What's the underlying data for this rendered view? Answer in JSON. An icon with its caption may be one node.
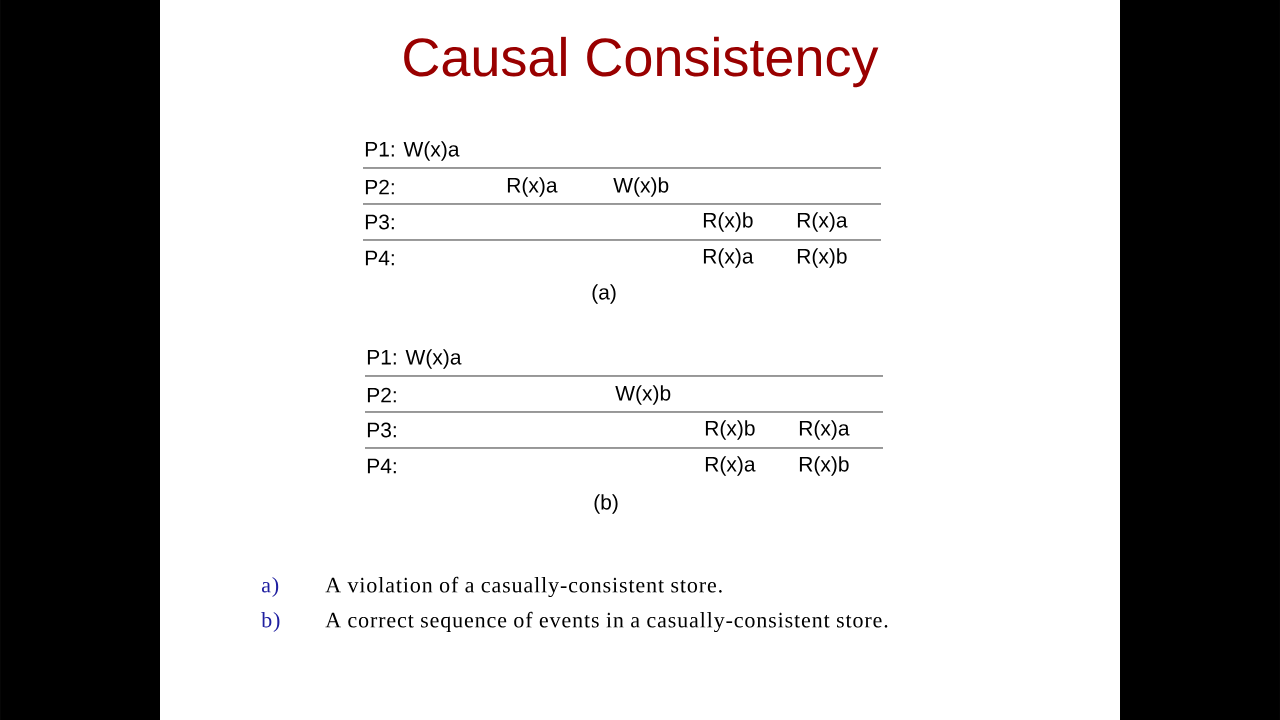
{
  "diagram": {
    "title": "Causal Consistency",
    "labels": [
      "P1: W(x)a",
      "P2:",
      "R(x)a",
      "W(x)b",
      "P3:",
      "R(x)b",
      "R(x)a",
      "P4:",
      "R(x)a",
      "R(x)b",
      "(a)",
      "P1: W(x)a",
      "P2:",
      "W(x)b",
      "P3:",
      "R(x)b",
      "R(x)a",
      "P4:",
      "R(x)a",
      "R(x)b",
      "(b)",
      "a)",
      "A violation of a casually-consistent store.",
      "b)",
      "A correct sequence of events in a casually-consistent store."
    ]
  }
}
